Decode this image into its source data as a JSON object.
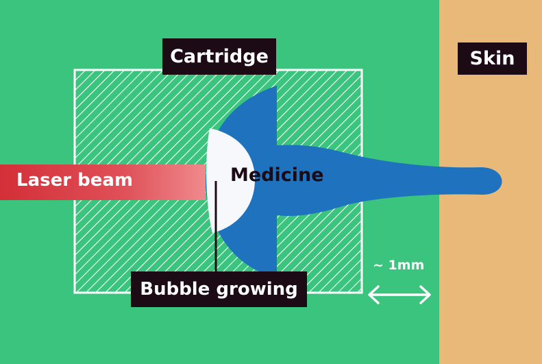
{
  "labels": {
    "cartridge": "Cartridge",
    "skin": "Skin",
    "laser_beam": "Laser beam",
    "medicine": "Medicine",
    "bubble_growing": "Bubble growing",
    "distance": "~ 1mm"
  },
  "colors": {
    "background": "#3ac47d",
    "skin": "#e8b978",
    "medicine": "#1f73be",
    "laser": "#d9343a",
    "bubble": "#f6f8fb",
    "label_bg": "#1c0b14",
    "hatch": "#ffffff"
  }
}
